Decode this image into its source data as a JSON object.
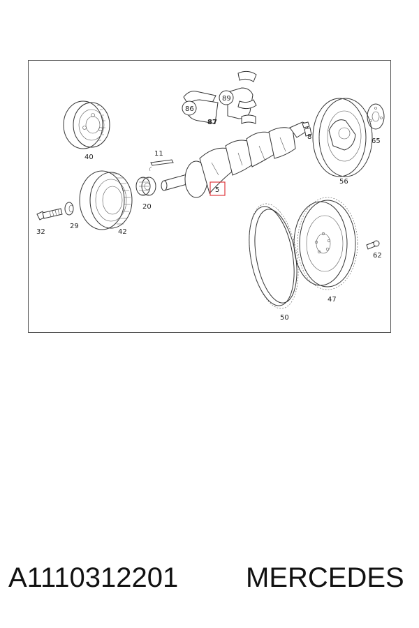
{
  "diagram": {
    "highlight_color": "#e0393e",
    "labels": {
      "p86": "86",
      "p89": "89",
      "p87": "87",
      "p40": "40",
      "p11": "11",
      "p5": "5",
      "p8": "8",
      "p65": "65",
      "p56": "56",
      "p20": "20",
      "p32": "32",
      "p29": "29",
      "p42": "42",
      "p62": "62",
      "p47": "47",
      "p50": "50"
    }
  },
  "caption": {
    "part_number": "A1110312201",
    "brand": "MERCEDES"
  }
}
